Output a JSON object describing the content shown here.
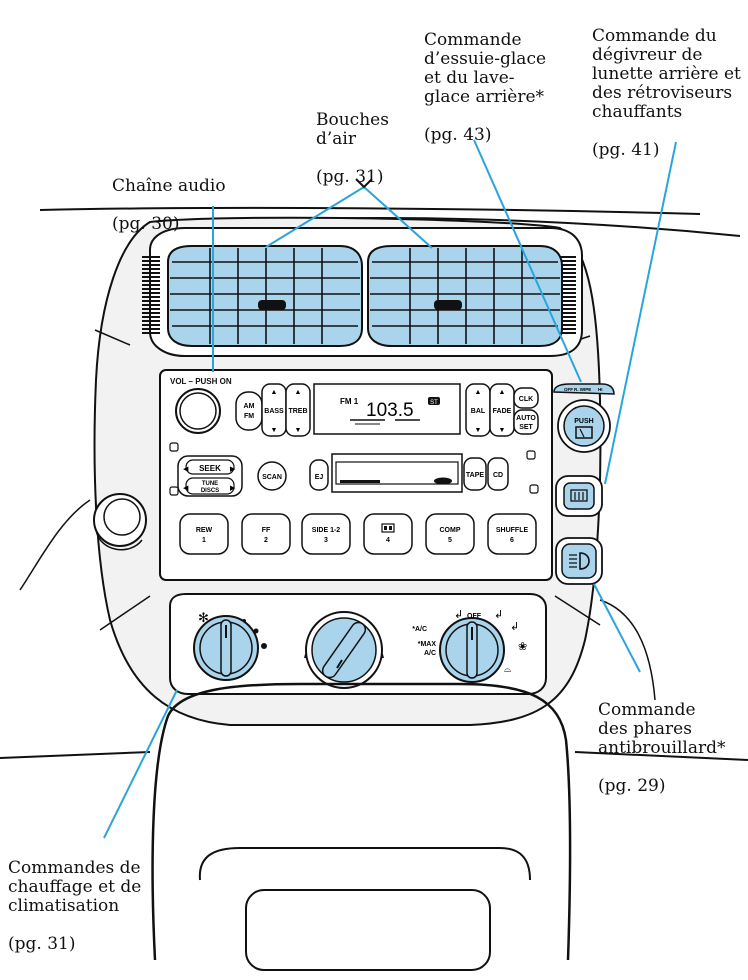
{
  "callouts": {
    "audio": {
      "title": "Chaîne audio",
      "page": "(pg. 30)"
    },
    "vents": {
      "title": "Bouches\nd’air",
      "page": "(pg. 31)"
    },
    "rear_wiper": {
      "title": "Commande\nd’essuie-glace\net du lave-\nglace arrière*",
      "page": "(pg. 43)"
    },
    "rear_defrost": {
      "title": "Commande du\ndégivreur de\nlunette arrière et\ndes rétroviseurs\nchauffants",
      "page": "(pg. 41)"
    },
    "fog_lamps": {
      "title": "Commande\ndes phares\nantibrouillard*",
      "page": "(pg. 29)"
    },
    "climate": {
      "title": "Commandes de\nchauffage et de\nclimatisation",
      "page": "(pg. 31)"
    }
  },
  "radio": {
    "vol_label": "VOL – PUSH ON",
    "band_top": "AM",
    "band_bottom": "FM",
    "bass": "BASS",
    "treb": "TREB",
    "band_display": "FM 1",
    "frequency": "103.5",
    "stereo": "ST",
    "bal": "BAL",
    "fade": "FADE",
    "clk": "CLK",
    "auto": "AUTO",
    "set": "SET",
    "seek": "SEEK",
    "tune": "TUNE",
    "discs": "DISCS",
    "scan": "SCAN",
    "ej": "EJ",
    "tape": "TAPE",
    "cd": "CD",
    "presets": [
      {
        "label": "REW",
        "num": "1"
      },
      {
        "label": "FF",
        "num": "2"
      },
      {
        "label": "SIDE 1-2",
        "num": "3"
      },
      {
        "label": "",
        "num": "4"
      },
      {
        "label": "COMP",
        "num": "5"
      },
      {
        "label": "SHUFFLE",
        "num": "6"
      }
    ]
  },
  "wiper_switch": {
    "off": "OFF",
    "wipe": "R. WIPE",
    "hi": "HI",
    "push": "PUSH"
  },
  "climate_panel": {
    "off": "OFF",
    "ac": "*A/C",
    "max": "*MAX",
    "max_ac": "A/C"
  },
  "colors": {
    "knob_blue": "#a9d4ec",
    "leader_blue": "#2aa5dc",
    "outline": "#111111",
    "panel_fill": "#f2f2f2"
  }
}
